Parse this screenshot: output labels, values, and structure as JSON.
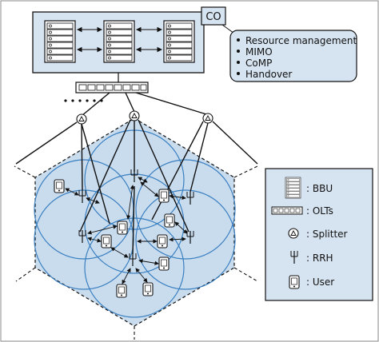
{
  "co_box": {
    "label": "CO"
  },
  "callout": {
    "items": [
      "Resource management",
      "MIMO",
      "CoMP",
      "Handover"
    ]
  },
  "legend": {
    "items": [
      {
        "icon": "bbu-icon",
        "label": ": BBU"
      },
      {
        "icon": "olt-icon",
        "label": ": OLTs"
      },
      {
        "icon": "splitter-icon",
        "label": ": Splitter"
      },
      {
        "icon": "rrh-icon",
        "label": ": RRH"
      },
      {
        "icon": "user-icon",
        "label": ": User"
      }
    ]
  },
  "colors": {
    "co_fill": "#d6e3f0",
    "cell_fill": "#c9dcee",
    "circle_stroke": "#3a7fc0",
    "line": "#111111"
  }
}
